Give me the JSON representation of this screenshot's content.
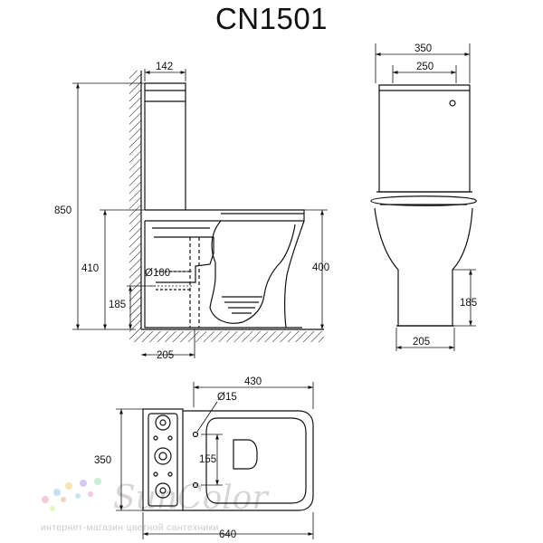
{
  "title": "CN1501",
  "side_view": {
    "dims": {
      "tank_depth": "142",
      "total_height": "850",
      "seat_height_left": "410",
      "outlet_height_left": "185",
      "outlet_diameter": "Ø100",
      "outlet_offset": "205",
      "rim_height": "400"
    }
  },
  "front_view": {
    "dims": {
      "tank_width": "350",
      "tank_inner_width": "250",
      "outlet_height": "185",
      "base_width": "205"
    }
  },
  "top_view": {
    "dims": {
      "bowl_length": "430",
      "hole_diameter": "Ø15",
      "hole_spacing": "155",
      "width": "350",
      "total_length": "640"
    }
  },
  "watermark": {
    "brand": "SunColor",
    "tagline": "интернет-магазин цветной сантехники"
  }
}
